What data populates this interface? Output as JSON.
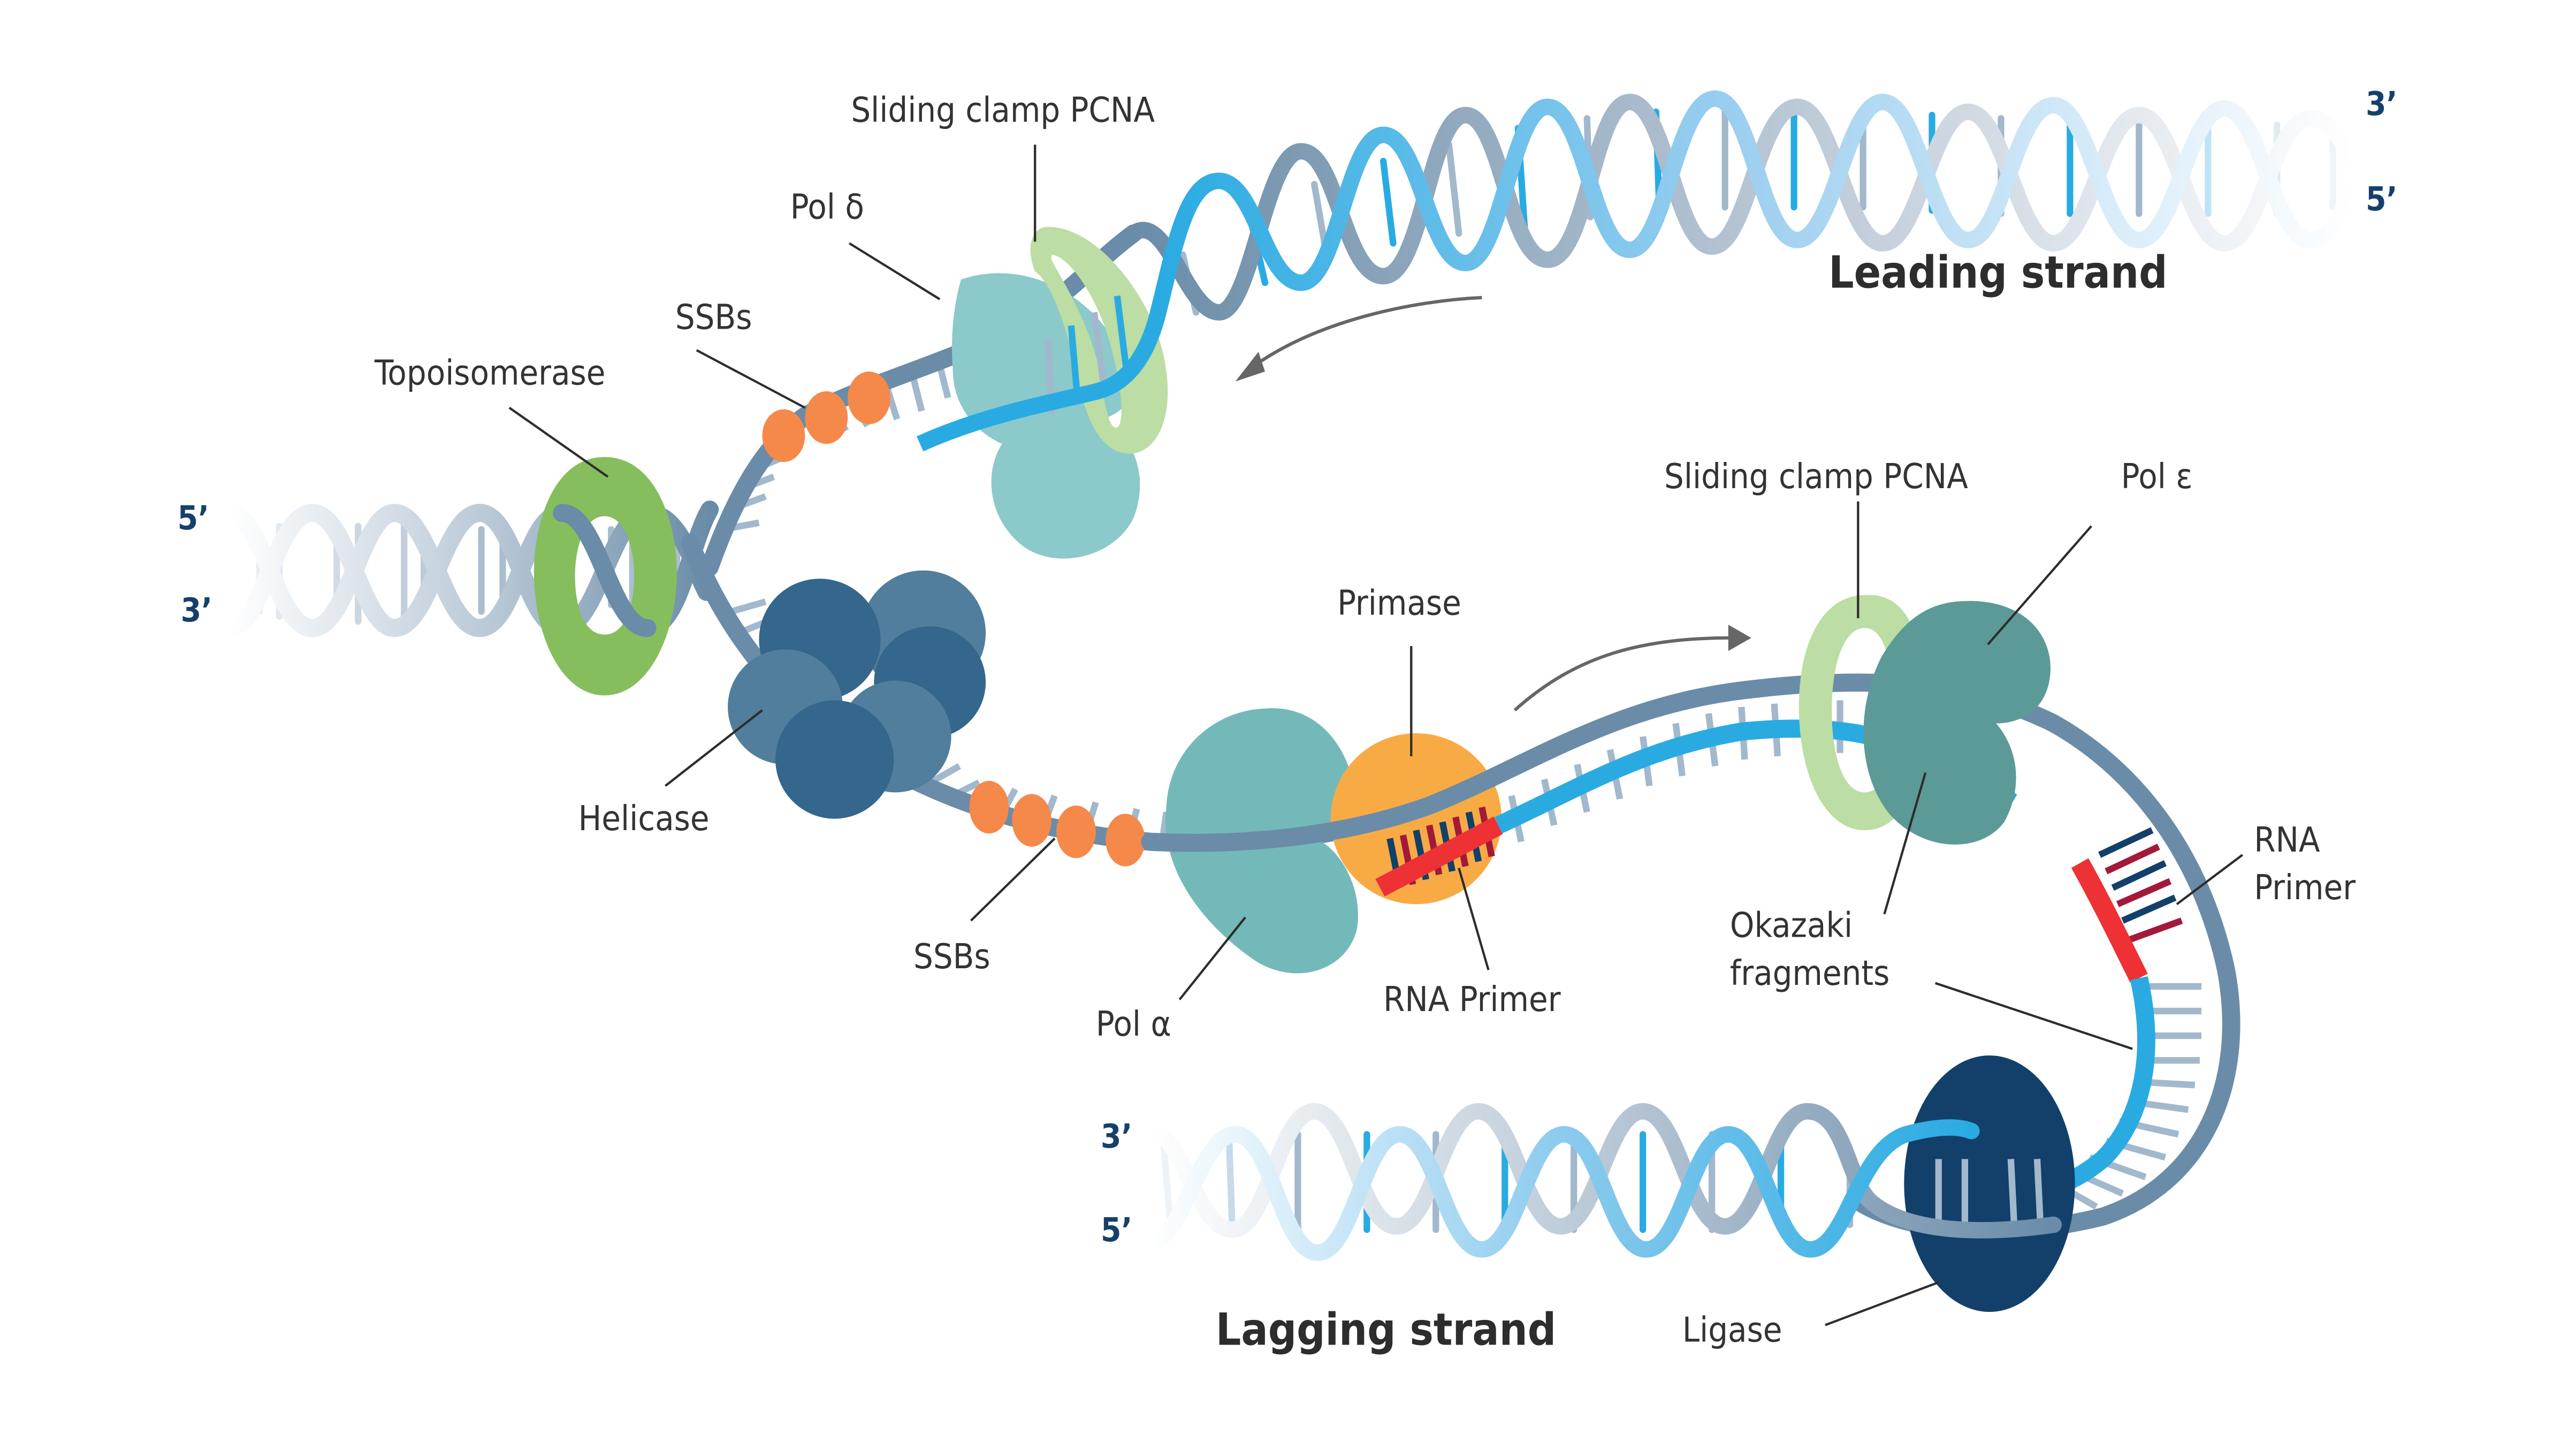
{
  "diagram": {
    "title": "DNA replication fork",
    "strand_titles": {
      "leading": "Leading strand",
      "lagging": "Lagging strand"
    },
    "end_labels": {
      "parent_top": "5’",
      "parent_bottom": "3’",
      "leading_top": "3’",
      "leading_bottom": "5’",
      "lagging_top": "3’",
      "lagging_bottom": "5’"
    },
    "labels": {
      "topoisomerase": "Topoisomerase",
      "ssbs_upper": "SSBs",
      "pol_delta": "Pol δ",
      "pcna_leading": "Sliding clamp PCNA",
      "helicase": "Helicase",
      "ssbs_lower": "SSBs",
      "pol_alpha": "Pol α",
      "primase": "Primase",
      "rna_primer_lower": "RNA Primer",
      "pcna_lagging": "Sliding clamp PCNA",
      "pol_epsilon": "Pol ε",
      "okazaki_line1": "Okazaki",
      "okazaki_line2": "fragments",
      "rna_primer_right_line1": "RNA",
      "rna_primer_right_line2": "Primer",
      "ligase": "Ligase"
    },
    "colors": {
      "parental_strand": "#6a8ca8",
      "new_strand": "#29abe2",
      "base_pair": "#a2b8cc",
      "topoisomerase": "#86be5e",
      "pcna": "#bcdda3",
      "pol_delta": "#8bc9cb",
      "pol_alpha": "#74b9b9",
      "pol_epsilon": "#5c9a98",
      "helicase_dark": "#34678b",
      "helicase_light": "#507e9c",
      "ssb": "#f4894a",
      "primase": "#f8ab45",
      "rna_primer": "#ee3135",
      "rna_base_dark": "#12406a",
      "rna_base_red": "#a3193a",
      "ligase": "#12406a",
      "direction_arrow": "#666666",
      "label_text": "#333333",
      "end_label_text": "#16406b"
    }
  }
}
